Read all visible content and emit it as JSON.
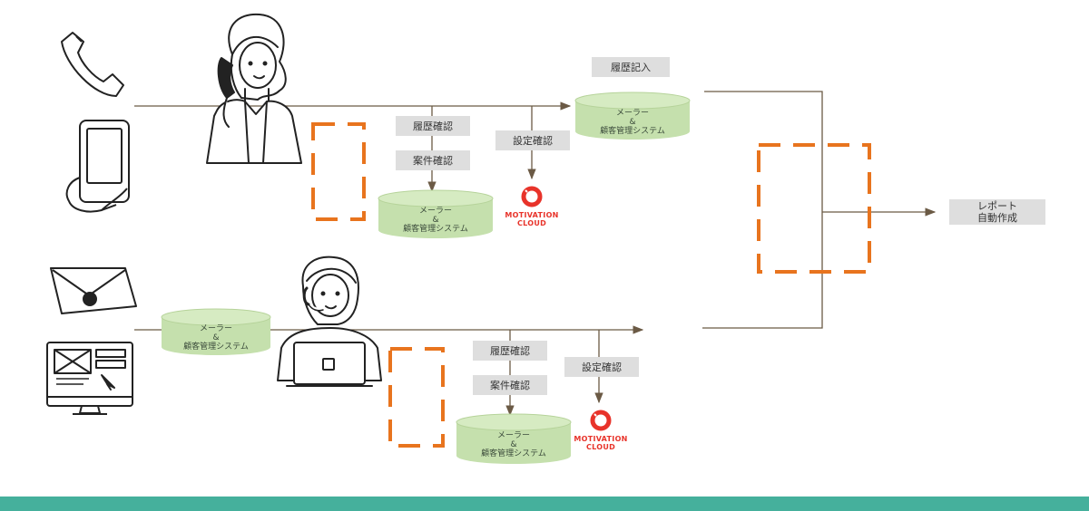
{
  "colors": {
    "line": "#6b5a45",
    "dash": "#e8741e",
    "db_fill": "#c5e0ad",
    "db_top": "#d6ebc2",
    "label_bg": "#dedede",
    "brand_red": "#e8332a",
    "bar": "#45b09c"
  },
  "labels": {
    "history_entry": "履歴記入",
    "history_check_1": "履歴確認",
    "case_check_1": "案件確認",
    "setting_check_1": "設定確認",
    "history_check_2": "履歴確認",
    "case_check_2": "案件確認",
    "setting_check_2": "設定確認",
    "report_line1": "レポート",
    "report_line2": "自動作成"
  },
  "database": {
    "line1": "メーラー",
    "line2": "&",
    "line3": "顧客管理システム"
  },
  "brand": {
    "line1": "MOTIVATION",
    "line2": "CLOUD"
  },
  "icons": [
    "telephone-icon",
    "smartphone-icon",
    "mail-envelope-icon",
    "web-form-monitor-icon",
    "operator-on-phone-illustration",
    "operator-with-laptop-illustration",
    "motivation-cloud-logo"
  ]
}
